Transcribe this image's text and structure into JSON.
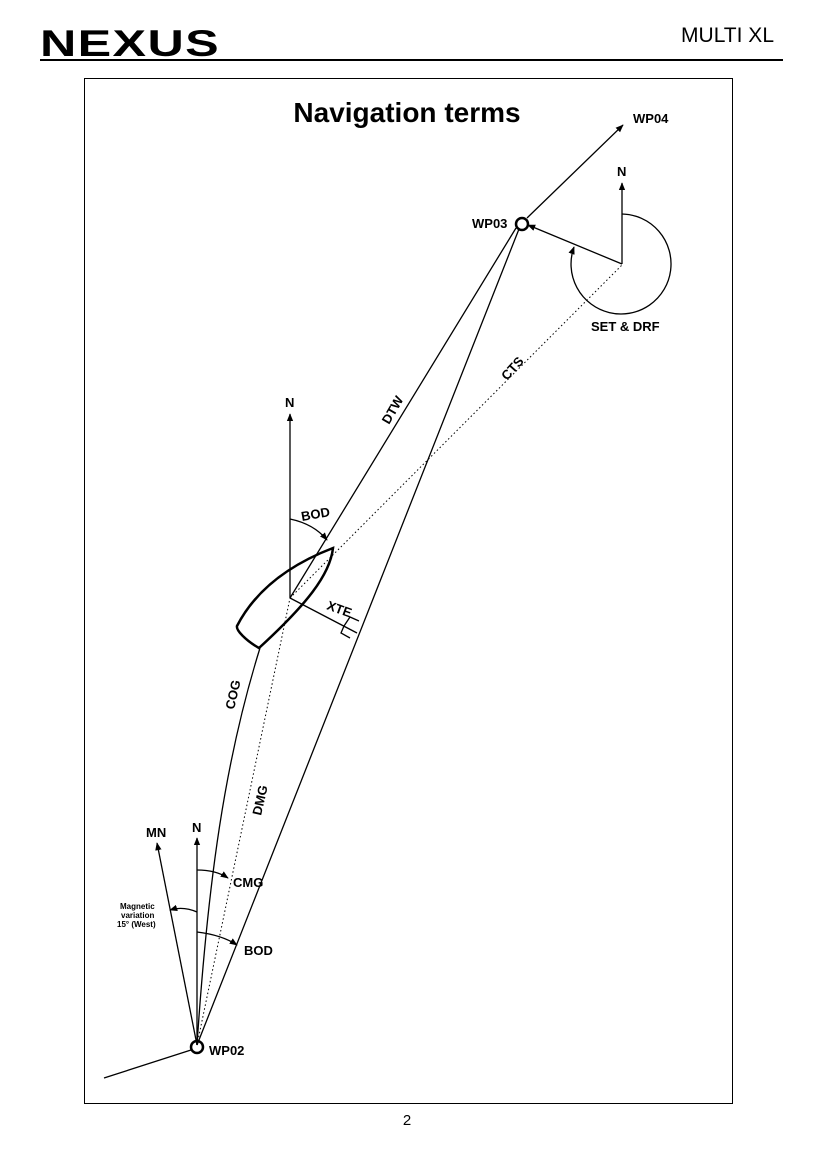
{
  "header": {
    "brand": "NEXUS",
    "model": "MULTI XL"
  },
  "diagram": {
    "title": "Navigation terms",
    "labels": {
      "wp04": "WP04",
      "wp03": "WP03",
      "wp02": "WP02",
      "north": "N",
      "magnetic_north": "MN",
      "set_drift": "SET & DRF",
      "cts": "CTS",
      "dtw": "DTW",
      "bod": "BOD",
      "xte": "XTE",
      "cog": "COG",
      "dmg": "DMG",
      "cmg": "CMG",
      "variation_line1": "Magnetic",
      "variation_line2": "variation",
      "variation_line3": "15° (West)"
    }
  },
  "footer": {
    "page_number": "2"
  }
}
